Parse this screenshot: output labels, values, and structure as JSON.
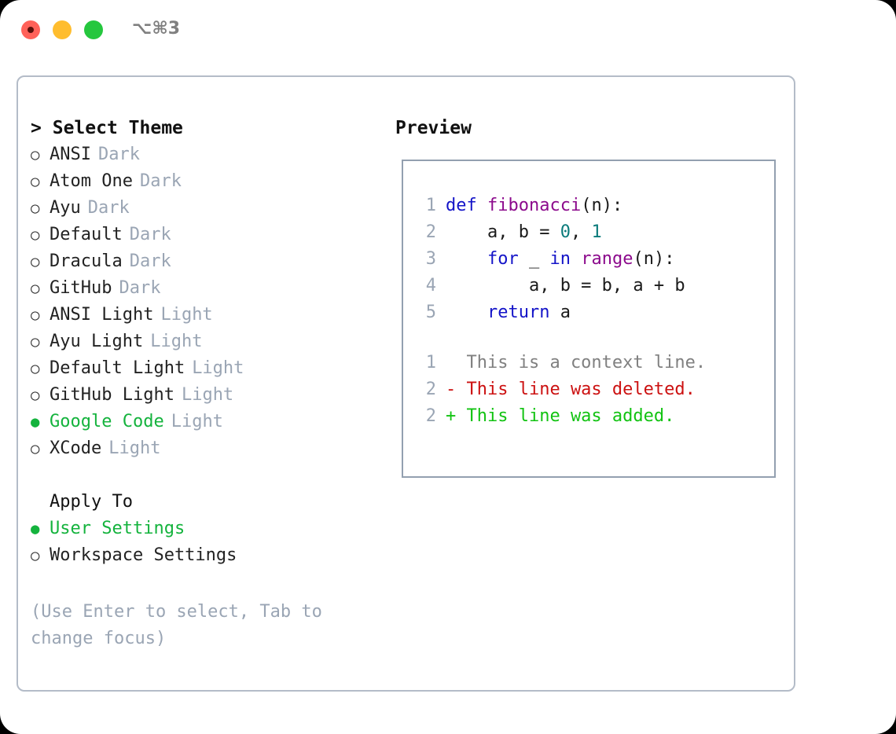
{
  "window": {
    "shortcut_label": "⌥⌘3",
    "traffic_lights": [
      "close",
      "minimize",
      "maximize"
    ],
    "colors": {
      "close": "#ff6159",
      "minimize": "#ffbd2e",
      "maximize": "#25c73e",
      "panel_border": "#b4bcc8",
      "preview_border": "#93a0b0",
      "accent_green": "#14b33d",
      "muted": "#9aa5b4"
    }
  },
  "theme_picker": {
    "title": "Select Theme",
    "title_prefix": ">",
    "bullet_off": "○",
    "bullet_on": "●",
    "items": [
      {
        "label": "ANSI",
        "variant": "Dark",
        "selected": false
      },
      {
        "label": "Atom One",
        "variant": "Dark",
        "selected": false
      },
      {
        "label": "Ayu",
        "variant": "Dark",
        "selected": false
      },
      {
        "label": "Default",
        "variant": "Dark",
        "selected": false
      },
      {
        "label": "Dracula",
        "variant": "Dark",
        "selected": false
      },
      {
        "label": "GitHub",
        "variant": "Dark",
        "selected": false
      },
      {
        "label": "ANSI Light",
        "variant": "Light",
        "selected": false
      },
      {
        "label": "Ayu Light",
        "variant": "Light",
        "selected": false
      },
      {
        "label": "Default Light",
        "variant": "Light",
        "selected": false
      },
      {
        "label": "GitHub Light",
        "variant": "Light",
        "selected": false
      },
      {
        "label": "Google Code",
        "variant": "Light",
        "selected": true
      },
      {
        "label": "XCode",
        "variant": "Light",
        "selected": false
      }
    ]
  },
  "apply_to": {
    "heading": "Apply To",
    "options": [
      {
        "label": "User Settings",
        "selected": true
      },
      {
        "label": "Workspace Settings",
        "selected": false
      }
    ]
  },
  "hint": "(Use Enter to select, Tab to change focus)",
  "preview": {
    "title": "Preview",
    "code_lines": [
      {
        "number": "1",
        "tokens": [
          {
            "text": "def ",
            "type": "kw"
          },
          {
            "text": "fibonacci",
            "type": "fn"
          },
          {
            "text": "(n):",
            "type": "pl"
          }
        ]
      },
      {
        "number": "2",
        "tokens": [
          {
            "text": "    a, b = ",
            "type": "pl"
          },
          {
            "text": "0",
            "type": "num"
          },
          {
            "text": ", ",
            "type": "pl"
          },
          {
            "text": "1",
            "type": "num"
          }
        ]
      },
      {
        "number": "3",
        "tokens": [
          {
            "text": "    for ",
            "type": "kw"
          },
          {
            "text": "_ ",
            "type": "pl"
          },
          {
            "text": "in ",
            "type": "kw"
          },
          {
            "text": "range",
            "type": "fn"
          },
          {
            "text": "(n):",
            "type": "pl"
          }
        ]
      },
      {
        "number": "4",
        "tokens": [
          {
            "text": "        a, b = b, a + b",
            "type": "pl"
          }
        ]
      },
      {
        "number": "5",
        "tokens": [
          {
            "text": "    return ",
            "type": "kw"
          },
          {
            "text": "a",
            "type": "pl"
          }
        ]
      }
    ],
    "diff_lines": [
      {
        "number": "1",
        "marker": " ",
        "text": "This is a context line.",
        "type": "ctx"
      },
      {
        "number": "2",
        "marker": "-",
        "text": "This line was deleted.",
        "type": "del"
      },
      {
        "number": "2",
        "marker": "+",
        "text": "This line was added.",
        "type": "add"
      }
    ]
  }
}
